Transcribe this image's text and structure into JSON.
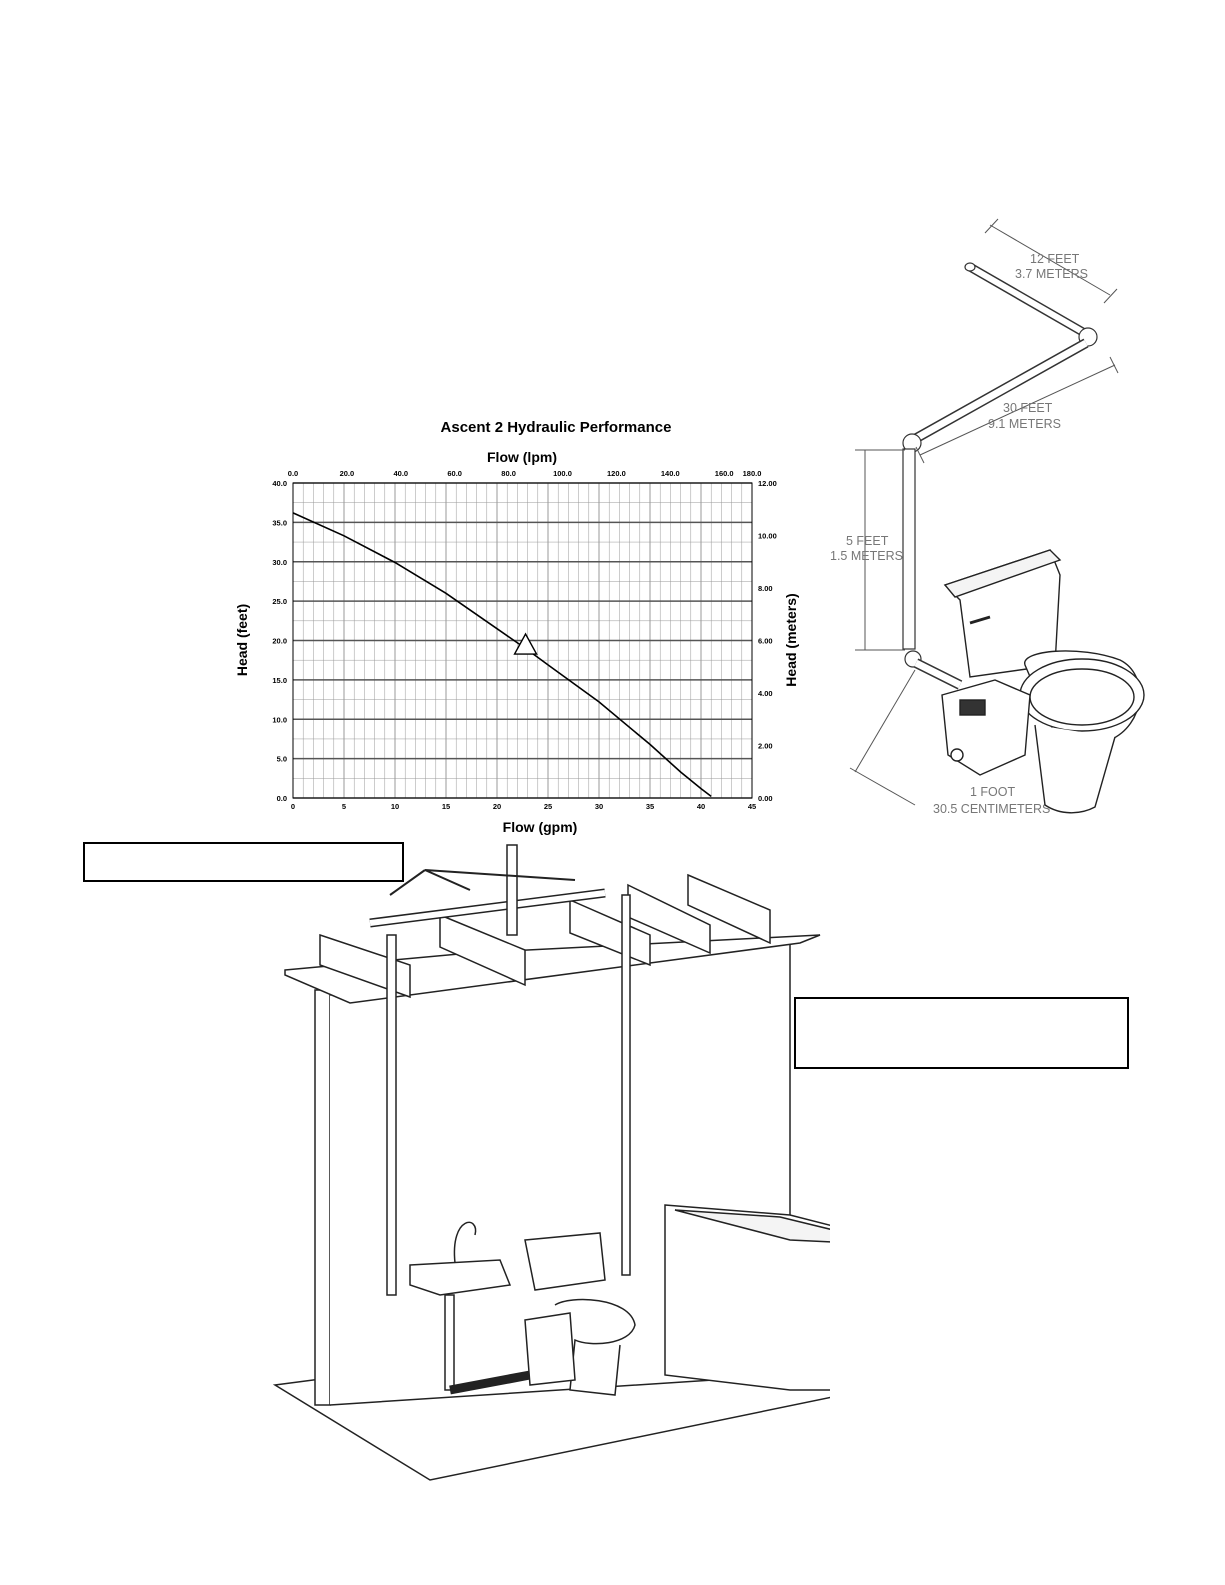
{
  "chart_data": {
    "type": "line",
    "title": "Ascent 2 Hydraulic Performance",
    "xlabel": "Flow (gpm)",
    "ylabel": "Head (feet)",
    "x2label": "Flow (lpm)",
    "y2label": "Head (meters)",
    "xlim": [
      0,
      45
    ],
    "ylim": [
      0,
      40
    ],
    "x2lim": [
      0,
      180
    ],
    "y2lim": [
      0,
      12
    ],
    "x_ticks": [
      "0",
      "5",
      "10",
      "15",
      "20",
      "25",
      "30",
      "35",
      "40",
      "45"
    ],
    "y_ticks": [
      "0.0",
      "5.0",
      "10.0",
      "15.0",
      "20.0",
      "25.0",
      "30.0",
      "35.0",
      "40.0"
    ],
    "x2_ticks": [
      "0.0",
      "20.0",
      "40.0",
      "60.0",
      "80.0",
      "100.0",
      "120.0",
      "140.0",
      "160.0",
      "180.0"
    ],
    "y2_ticks": [
      "0.00",
      "2.00",
      "4.00",
      "6.00",
      "8.00",
      "10.00",
      "12.00"
    ],
    "grid": true,
    "series": [
      {
        "x": [
          0,
          5,
          10,
          15,
          20,
          23,
          25,
          30,
          35,
          38,
          40,
          41
        ],
        "y": [
          36.2,
          33.3,
          29.9,
          26.0,
          21.5,
          18.8,
          16.9,
          12.2,
          6.8,
          3.3,
          1.2,
          0.2
        ]
      }
    ],
    "marker": {
      "x": 22.8,
      "y": 19.3,
      "shape": "triangle"
    },
    "color": "#000000",
    "grid_color": "#999999"
  },
  "piping_labels": {
    "dim_12ft": "12 FEET",
    "dim_12ft_m": "3.7 METERS",
    "dim_30ft": "30 FEET",
    "dim_30ft_m": "9.1 METERS",
    "dim_5ft": "5 FEET",
    "dim_5ft_m": "1.5 METERS",
    "dim_1ft": "1 FOOT",
    "dim_1ft_m": "30.5 CENTIMETERS"
  },
  "colors": {
    "drawing_line": "#222222",
    "label_gray": "#777777"
  }
}
